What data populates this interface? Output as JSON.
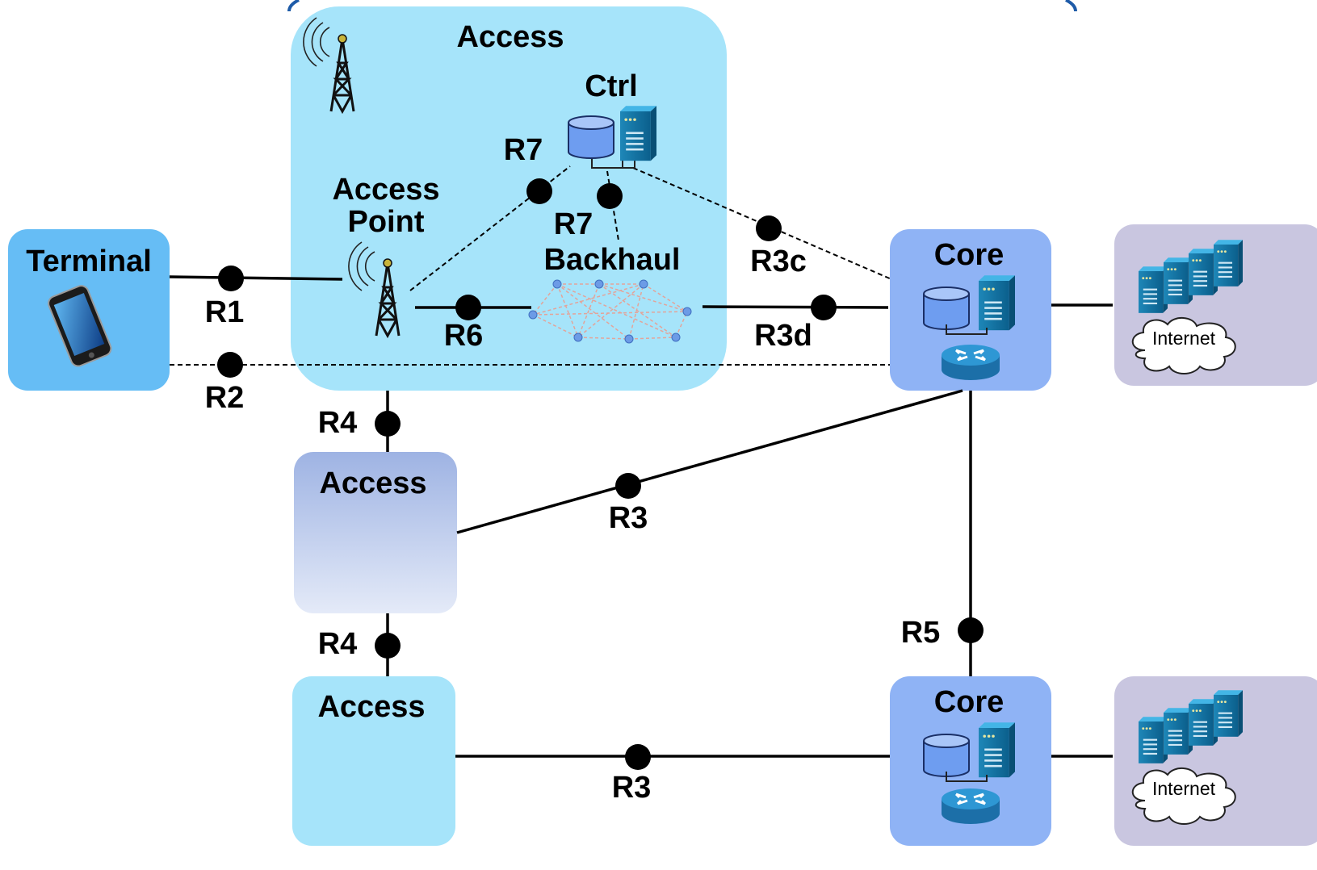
{
  "nodes": {
    "access_main": {
      "title": "Access"
    },
    "access_point": {
      "line1": "Access",
      "line2": "Point"
    },
    "ctrl": {
      "title": "Ctrl"
    },
    "backhaul": {
      "title": "Backhaul"
    },
    "terminal": {
      "title": "Terminal"
    },
    "core_top": {
      "title": "Core"
    },
    "core_bottom": {
      "title": "Core"
    },
    "access_mid": {
      "title": "Access"
    },
    "access_bottom": {
      "title": "Access"
    },
    "internet_top": {
      "label": "Internet"
    },
    "internet_bottom": {
      "label": "Internet"
    }
  },
  "links": {
    "r1": "R1",
    "r2": "R2",
    "r3_mid": "R3",
    "r3_bottom": "R3",
    "r3c": "R3c",
    "r3d": "R3d",
    "r4_top": "R4",
    "r4_bottom": "R4",
    "r5": "R5",
    "r6": "R6",
    "r7_left": "R7",
    "r7_right": "R7"
  },
  "colors": {
    "access_light": "#A6E4FA",
    "core": "#8FB3F5",
    "internet_box": "#C9C6E0",
    "terminal": "#66BDF5",
    "access_gradient_top": "#9EB3E3",
    "access_gradient_bottom": "#E4EAF8",
    "link": "#000000"
  }
}
